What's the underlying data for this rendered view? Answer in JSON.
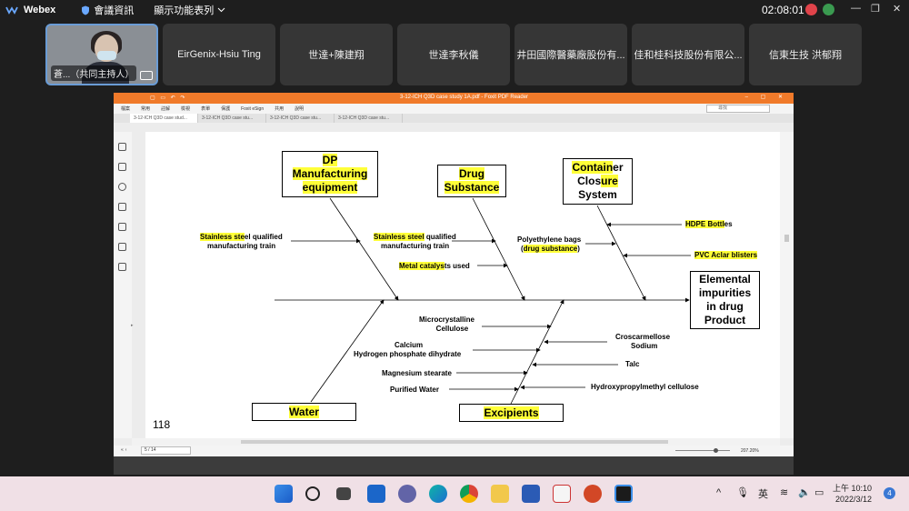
{
  "webex": {
    "title": "Webex",
    "meeting_info": "會議資訊",
    "display_options": "顯示功能表列",
    "clock": "02:08:01"
  },
  "participants": [
    {
      "name": "蒼...（共同主持人）",
      "video": true
    },
    {
      "name": "EirGenix-Hsiu Ting",
      "video": false
    },
    {
      "name": "世達+陳建翔",
      "video": false
    },
    {
      "name": "世達李秋儀",
      "video": false
    },
    {
      "name": "井田國際醫藥廠股份有...",
      "video": false
    },
    {
      "name": "佳和桂科技股份有限公...",
      "video": false
    },
    {
      "name": "信東生技 洪郁翔",
      "video": false
    }
  ],
  "foxit": {
    "window_title": "3-12-ICH Q3D case study 1A.pdf - Foxit PDF Reader",
    "menu": [
      "檔案",
      "常用",
      "註解",
      "檢視",
      "表單",
      "保護",
      "Foxit eSign",
      "共用",
      "說明"
    ],
    "search_placeholder": "尋找",
    "tabs": [
      "3-12-ICH Q3D case stud...",
      "3-12-ICH Q3D case stu...",
      "3-12-ICH Q3D case stu...",
      "3-12-ICH Q3D case stu..."
    ],
    "page_indicator": "5 / 14",
    "zoom": "207.20%"
  },
  "diagram": {
    "boxes": {
      "dp": [
        "DP",
        "Manufacturing",
        "equipment"
      ],
      "drug_substance": [
        "Drug",
        "Substance"
      ],
      "container": {
        "hl1": "Contain",
        "rest1": "er",
        "line2_a": "Clos",
        "line2_hl": "ure",
        "line3": "System"
      },
      "effect": [
        "Elemental",
        "impurities",
        "in drug",
        "Product"
      ],
      "water": "Water",
      "excipients_hl": "Excipients"
    },
    "labels": {
      "ss1_hl": "Stainless ste",
      "ss1_rest": "el qualified",
      "ss1_line2": "manufacturing train",
      "ss2_hl": "Stainless steel",
      "ss2_rest": " qualified",
      "ss2_line2": "manufacturing train",
      "metal_hl": "Metal catalys",
      "metal_rest": "ts used",
      "pe_line1": "Polyethylene bags",
      "pe_open": "(",
      "pe_hl": "drug substance",
      "pe_close": ")",
      "hdpe_hl": "HDPE Bottl",
      "hdpe_rest": "es",
      "pvc_hl": "PVC Aclar blisters",
      "mcc": [
        "Microcrystalline",
        "Cellulose"
      ],
      "calcium": [
        "Calcium",
        "Hydrogen phosphate dihydrate"
      ],
      "mgst": "Magnesium stearate",
      "pw": "Purified Water",
      "croscar": [
        "Croscarmellose",
        "Sodium"
      ],
      "talc": "Talc",
      "hpmc": "Hydroxypropylmethyl cellulose"
    },
    "page_number": "118"
  },
  "tray": {
    "ime": "英",
    "time_line1": "上午 10:10",
    "time_line2": "2022/3/12",
    "notifications": "4"
  }
}
